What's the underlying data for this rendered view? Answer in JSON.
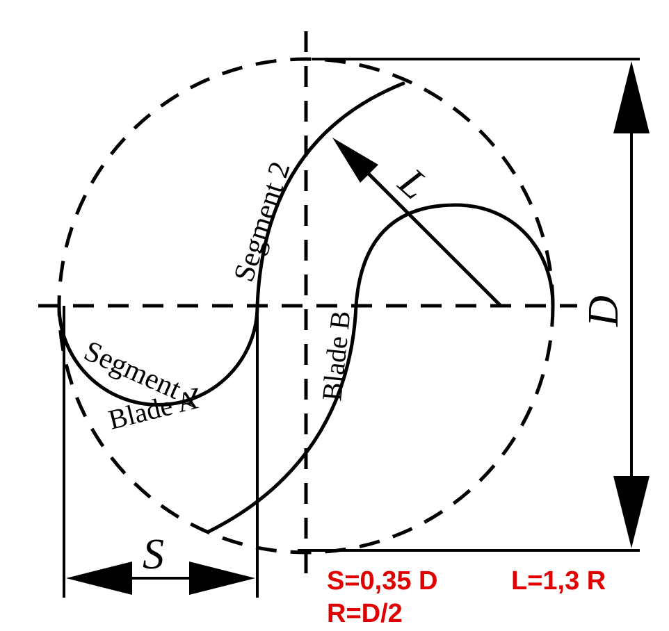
{
  "labels": {
    "segment1": "Segment 1",
    "segment2": "Segment 2",
    "bladeA": "Blade A",
    "bladeB": "Blade B",
    "L": "L",
    "D": "D",
    "S": "S"
  },
  "formulas": {
    "s_formula": "S=0,35 D",
    "l_formula": "L=1,3 R",
    "r_formula": "R=D/2"
  },
  "colors": {
    "line": "#000000",
    "formula": "#e00000",
    "background": "#ffffff"
  }
}
